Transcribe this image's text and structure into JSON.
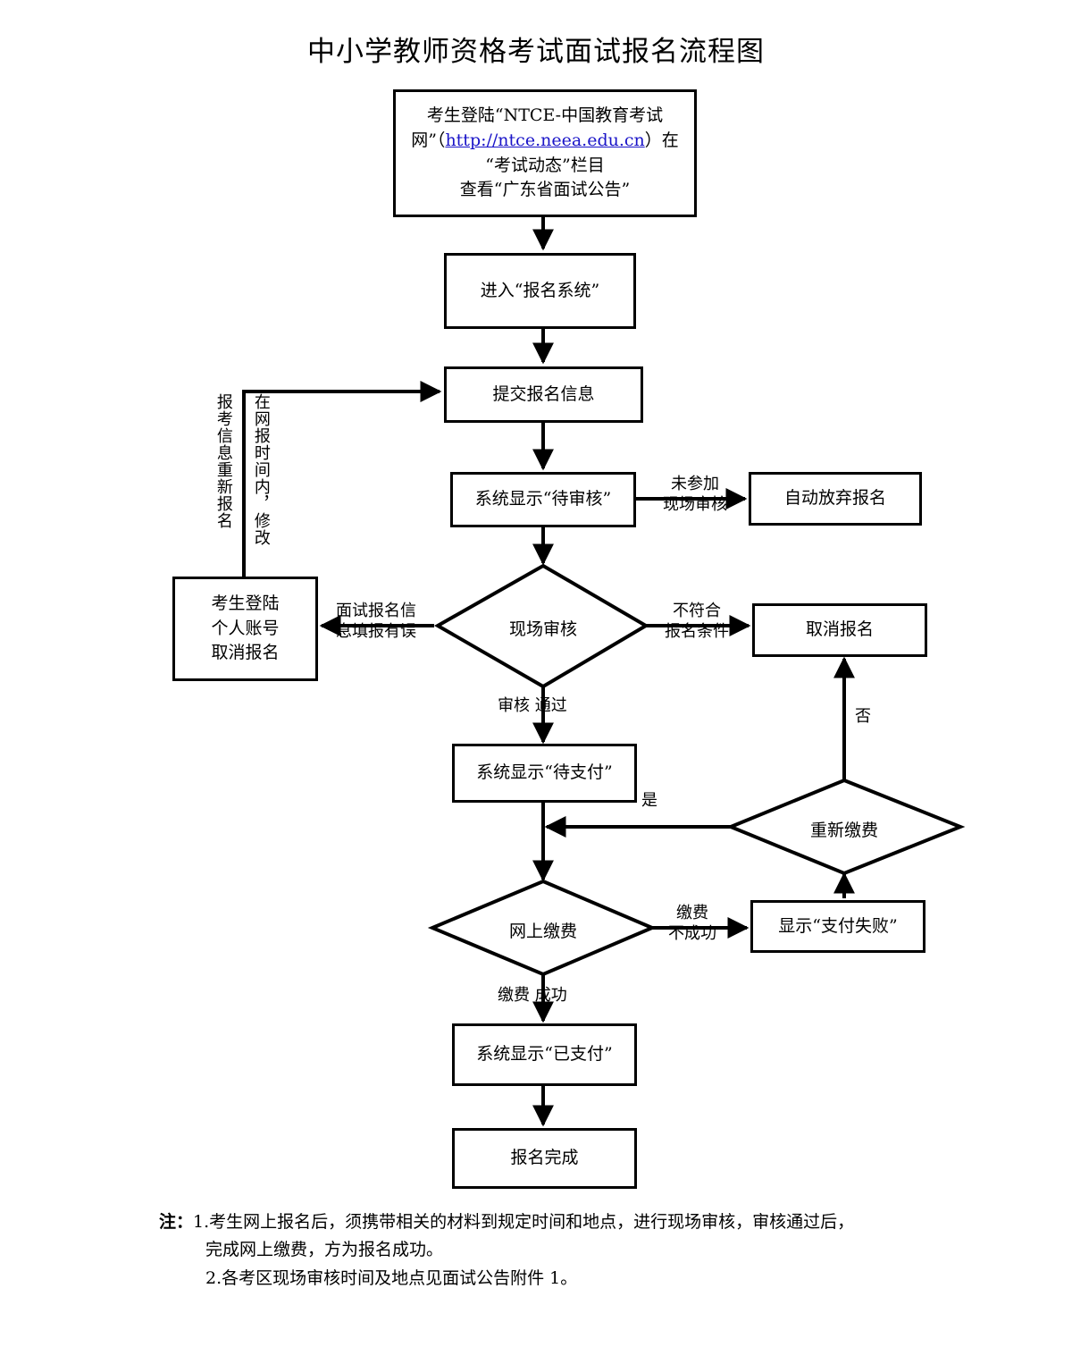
{
  "title": "中小学教师资格考试面试报名流程图",
  "nodes": {
    "login_site": {
      "line1": "考生登陆“NTCE-中国教育考试",
      "line2_pre": "网”（",
      "link": "http://ntce.neea.edu.cn",
      "line2_post": "）在",
      "line3": "“考试动态”栏目",
      "line4": "查看“广东省面试公告”"
    },
    "enter_system": "进入“报名系统”",
    "submit_info": "提交报名信息",
    "status_pending_review": "系统显示“待审核”",
    "auto_give_up": "自动放弃报名",
    "onsite_review": "现场审核",
    "cancel_by_self": "考生登陆\n个人账号\n取消报名",
    "cancel_registration": "取消报名",
    "status_pending_pay": "系统显示“待支付”",
    "repay": "重新缴费",
    "online_pay": "网上缴费",
    "pay_failed": "显示“支付失败”",
    "status_paid": "系统显示“已支付”",
    "done": "报名完成"
  },
  "edge_labels": {
    "not_attend_review": "未参加\n现场审核",
    "not_meet_conditions": "不符合\n报名条件",
    "info_error": "面试报名信\n息填报有误",
    "review_passed": "审核 通过",
    "repay_yes": "是",
    "repay_no": "否",
    "pay_failed_label": "缴费\n不成功",
    "pay_success_label": "缴费 成功",
    "reapply_vertical": "报考信息重新报名",
    "modify_vertical": "在网报时间内，修改"
  },
  "notes": {
    "lead": "注：",
    "item1_line1": "1.考生网上报名后，须携带相关的材料到规定时间和地点，进行现场审核，审核通过后，",
    "item1_line2": "完成网上缴费，方为报名成功。",
    "item2": "2.各考区现场审核时间及地点见面试公告附件 1。"
  },
  "colors": {
    "stroke": "#000000",
    "link": "#1a14c8",
    "background": "#ffffff"
  }
}
